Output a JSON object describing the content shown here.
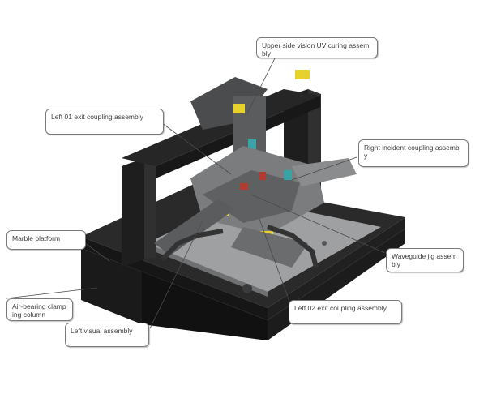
{
  "labels": {
    "upper_side_vision": "Upper side vision UV curing assembly",
    "left_01_exit": "Left 01 exit coupling assembly",
    "right_incident": "Right incident coupling assembly",
    "marble_platform": "Marble platform",
    "waveguide_jig": "Waveguide jig assembly",
    "air_bearing": "Air-bearing clamping column",
    "left_02_exit": "Left 02 exit coupling assembly",
    "left_visual": "Left visual assembly"
  },
  "colors": {
    "frame": "#1c1c1c",
    "plate": "#9ea0a2",
    "machine_gray": "#6e7072",
    "accent_yellow": "#e6d22a",
    "accent_red": "#b23a2e",
    "accent_teal": "#3aa3a8",
    "leader": "#4a4a4a"
  }
}
